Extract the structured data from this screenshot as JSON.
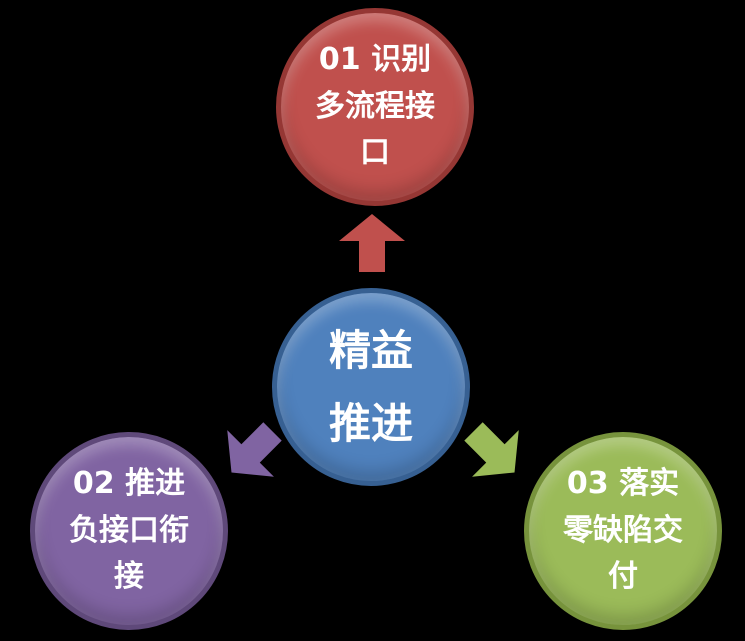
{
  "background_color": "#000000",
  "hub": {
    "lines": [
      "精益",
      "推进"
    ],
    "fill": "#4F81BD",
    "border": "#376092",
    "text_color": "#FFFFFF"
  },
  "nodes": [
    {
      "id": "01",
      "lines": [
        "01 识别",
        "多流程接",
        "口"
      ],
      "fill": "#C0504D",
      "border": "#953734",
      "text_color": "#FFFFFF",
      "position": "top"
    },
    {
      "id": "02",
      "lines": [
        "02 推进",
        "负接口衔",
        "接"
      ],
      "fill": "#8064A2",
      "border": "#5F497A",
      "text_color": "#FFFFFF",
      "position": "bottom-left"
    },
    {
      "id": "03",
      "lines": [
        "03 落实",
        "零缺陷交",
        "付"
      ],
      "fill": "#9BBB59",
      "border": "#77933C",
      "text_color": "#FFFFFF",
      "position": "bottom-right"
    }
  ],
  "arrows": [
    {
      "direction": "up",
      "color": "#C0504D",
      "from": "hub",
      "to": "01"
    },
    {
      "direction": "down-left",
      "color": "#8064A2",
      "from": "hub",
      "to": "02"
    },
    {
      "direction": "down-right",
      "color": "#9BBB59",
      "from": "hub",
      "to": "03"
    }
  ]
}
